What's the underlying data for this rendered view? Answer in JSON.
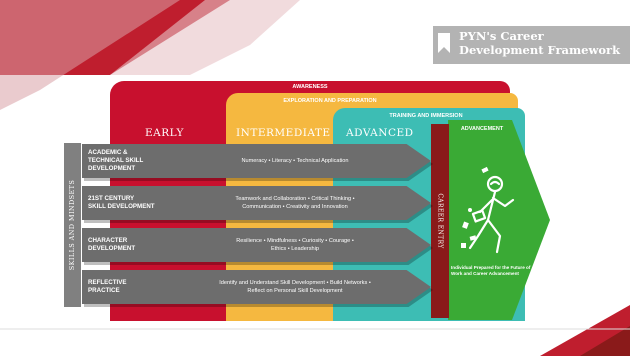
{
  "title": "PYN's Career\nDevelopment Framework",
  "bands": {
    "awareness": "AWARENESS",
    "exploration": "EXPLORATION AND PREPARATION",
    "training": "TRAINING AND IMMERSION",
    "advancement": "ADVANCEMENT"
  },
  "stages": [
    "EARLY",
    "INTERMEDIATE",
    "ADVANCED"
  ],
  "skills_label": "SKILLS AND MINDSETS",
  "career_entry": "CAREER ENTRY",
  "rows": [
    {
      "label": "ACADEMIC &\nTECHNICAL SKILL\nDEVELOPMENT",
      "desc": "Numeracy • Literacy • Technical Application"
    },
    {
      "label": "21ST CENTURY\nSKILL DEVELOPMENT",
      "desc": "Teamwork and Collaboration • Critical Thinking •\nCommunication • Creativity and Innovation"
    },
    {
      "label": "CHARACTER\nDEVELOPMENT",
      "desc": "Resilience • Mindfulness • Curiosity • Courage •\nEthics • Leadership"
    },
    {
      "label": "REFLECTIVE\nPRACTICE",
      "desc": "Identify and Understand Skill Development • Build Networks •\nReflect on Personal Skill Development"
    }
  ],
  "outcome": "Individual Prepared for the Future of Work and Career Advancement",
  "colors": {
    "red": "#c8102e",
    "yellow": "#f5b840",
    "teal": "#3dbdb4",
    "green": "#3aaa35",
    "gray": "#6d6d6d"
  }
}
